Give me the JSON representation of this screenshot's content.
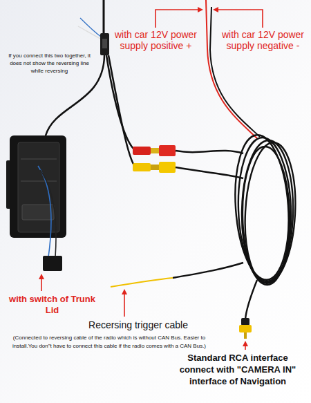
{
  "diagram": {
    "labels": [
      "If you connect this two together, it does not show the reversing line while reversing",
      "with car 12V power supply positive +",
      "with car 12V power supply negative -",
      "with switch of Trunk Lid",
      "Recersing trigger cable",
      "(Connected to reversing cable of the radio which is without CAN Bus. Easier to install.You don\"t have to connect this cable if the radio comes with a CAN Bus.)",
      "Standard RCA interface connect with \"CAMERA IN\" interface of Navigation"
    ]
  }
}
